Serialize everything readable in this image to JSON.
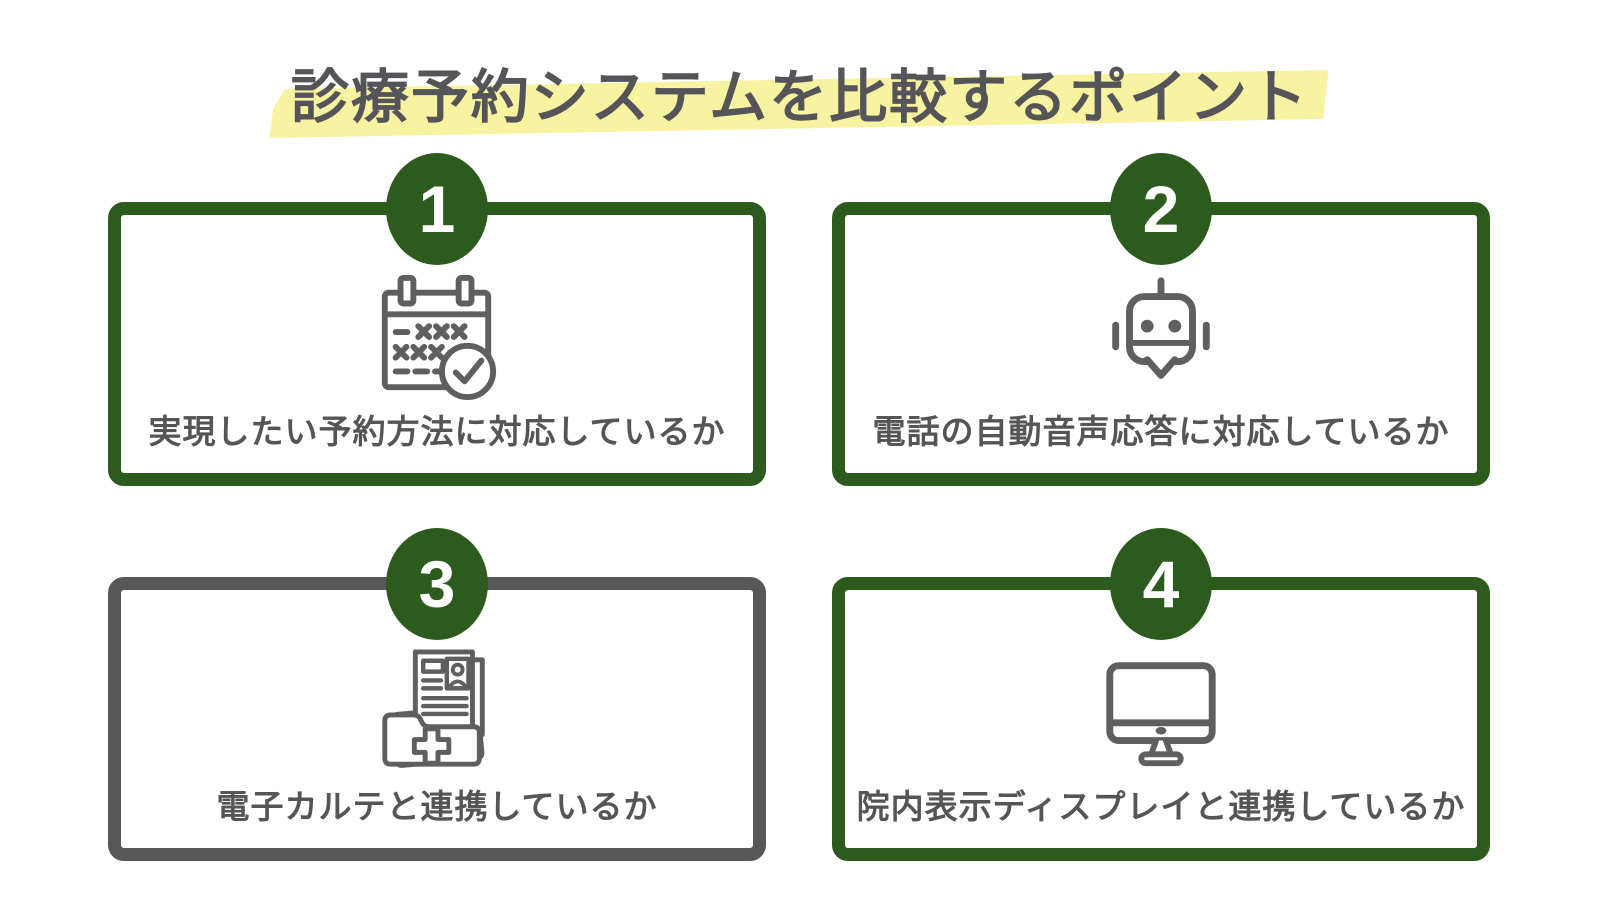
{
  "title": {
    "text": "診療予約システムを比較するポイント",
    "highlight_color": "#f8f3a1",
    "text_color": "#545459"
  },
  "colors": {
    "accent_green": "#2d5a1d",
    "gray_border": "#575757",
    "label_text": "#555558",
    "icon_stroke": "#5f5f5f",
    "background": "#ffffff"
  },
  "cards": [
    {
      "number": "1",
      "label": "実現したい予約方法に対応しているか",
      "icon": "calendar-check-icon",
      "border_color": "#2d5a1d"
    },
    {
      "number": "2",
      "label": "電話の自動音声応答に対応しているか",
      "icon": "chatbot-icon",
      "border_color": "#2d5a1d"
    },
    {
      "number": "3",
      "label": "電子カルテと連携しているか",
      "icon": "medical-record-folder-icon",
      "border_color": "#575757"
    },
    {
      "number": "4",
      "label": "院内表示ディスプレイと連携しているか",
      "icon": "display-monitor-icon",
      "border_color": "#2d5a1d"
    }
  ]
}
